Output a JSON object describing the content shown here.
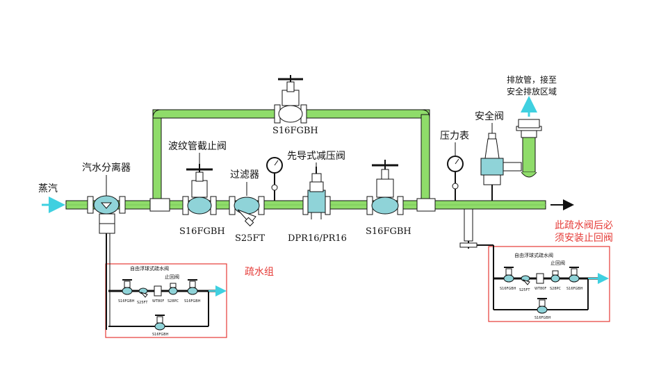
{
  "labels": {
    "steam": "蒸汽",
    "separator": "汽水分离器",
    "bellows_valve": "波纹管截止阀",
    "filter": "过滤器",
    "pilot_reducer": "先导式减压阀",
    "pressure_gauge": "压力表",
    "safety_valve": "安全阀",
    "discharge_pipe_line1": "排放管，接至",
    "discharge_pipe_line2": "安全排放区域",
    "bypass_valve_model": "S16FGBH",
    "valve1_model": "S16FGBH",
    "filter_model": "S25FT",
    "reducer_model": "DPR16/PR16",
    "valve2_model": "S16FGBH",
    "drain_group": "疏水组",
    "check_note_line1": "此疏水阀后必",
    "check_note_line2": "须安装止回阀"
  },
  "drain_left": {
    "title": "自由浮球式疏水阀",
    "check": "止回阀",
    "model_v1": "S16FGBH",
    "model_s25": "S25FT",
    "model_trap": "WT80F",
    "model_s28": "S28PC",
    "model_v2": "S16FGBH",
    "model_bottom": "S16FGBH"
  },
  "drain_right": {
    "title": "自由浮球式疏水阀",
    "check": "止回阀",
    "model_v1": "S16FGBH",
    "model_s25": "S25FT",
    "model_trap": "WT80F",
    "model_s28": "S28PC",
    "model_v2": "S16FGBH",
    "model_bottom": "S16FGBH"
  },
  "colors": {
    "pipe_green": "#8fdc6a",
    "flow_arrow": "#3fd0e0",
    "valve_teal": "#8fd3d8",
    "box_red": "#e53935"
  }
}
